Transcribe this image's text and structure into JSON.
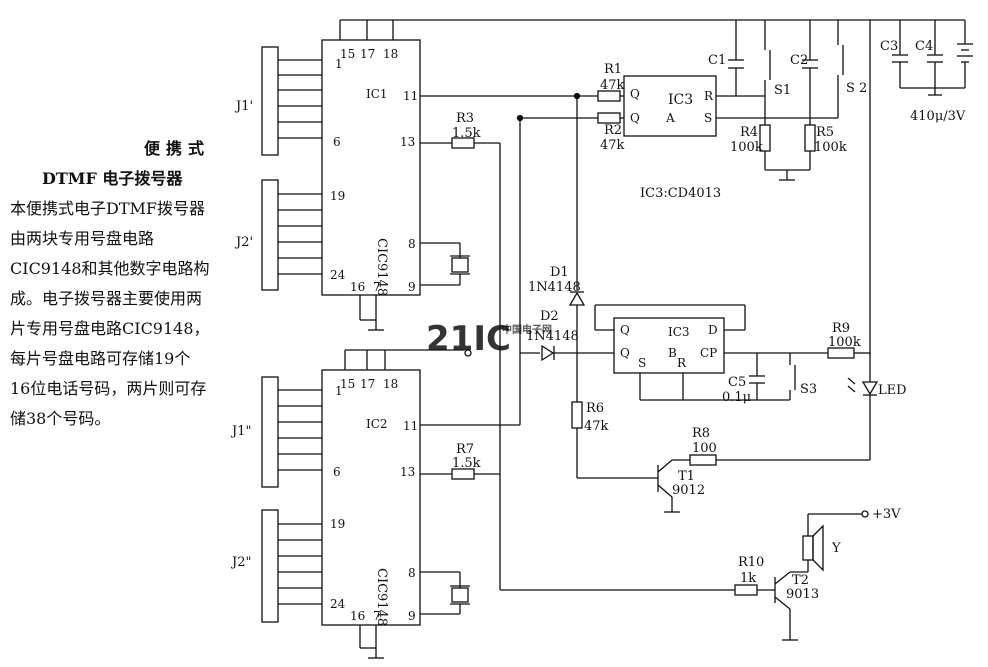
{
  "article": {
    "title_line1": "便携式",
    "title_line2": "DTMF 电子拨号器",
    "body": "本便携式电子DTMF拨号器由两块专用号盘电路CIC9148和其他数字电路构成。电子拨号器主要使用两片专用号盘电路CIC9148，每片号盘电路可存储19个16位电话号码，两片则可存储38个号码。"
  },
  "watermark": {
    "main": "21IC",
    "sub": "中国电子网",
    "color": "#d43a3a"
  },
  "schematic": {
    "ic1": {
      "ref": "IC1",
      "part": "CIC9148",
      "pins": [
        "1",
        "15",
        "17",
        "18",
        "11",
        "6",
        "13",
        "19",
        "8",
        "24",
        "16",
        "7",
        "9"
      ]
    },
    "ic2": {
      "ref": "IC2",
      "part": "CIC9148",
      "pins": [
        "1",
        "15",
        "17",
        "18",
        "11",
        "6",
        "13",
        "19",
        "8",
        "24",
        "16",
        "7",
        "9"
      ]
    },
    "ic3a": {
      "ref": "IC3",
      "unit": "A",
      "pins": [
        "Q",
        "Q",
        "R",
        "S"
      ]
    },
    "ic3b": {
      "ref": "IC3",
      "unit": "B",
      "pins": [
        "Q",
        "Q",
        "D",
        "CP",
        "S",
        "R"
      ]
    },
    "ic3_note": "IC3:CD4013",
    "connectors": [
      "J1'",
      "J2'",
      "J1\"",
      "J2\""
    ],
    "resistors": [
      {
        "ref": "R1",
        "value": "47k"
      },
      {
        "ref": "R2",
        "value": "47k"
      },
      {
        "ref": "R3",
        "value": "1.5k"
      },
      {
        "ref": "R4",
        "value": "100k"
      },
      {
        "ref": "R5",
        "value": "100k"
      },
      {
        "ref": "R6",
        "value": "47k"
      },
      {
        "ref": "R7",
        "value": "1.5k"
      },
      {
        "ref": "R8",
        "value": "100"
      },
      {
        "ref": "R9",
        "value": "100k"
      },
      {
        "ref": "R10",
        "value": "1k"
      }
    ],
    "capacitors": [
      {
        "ref": "C1"
      },
      {
        "ref": "C2"
      },
      {
        "ref": "C3"
      },
      {
        "ref": "C4"
      },
      {
        "ref": "C5",
        "value": "0.1μ"
      }
    ],
    "cap_note": "410μ/3V",
    "switches": [
      "S1",
      "S 2",
      "S3"
    ],
    "diodes": [
      {
        "ref": "D1",
        "part": "1N4148"
      },
      {
        "ref": "D2",
        "part": "1N4148"
      }
    ],
    "transistors": [
      {
        "ref": "T1",
        "part": "9012"
      },
      {
        "ref": "T2",
        "part": "9013"
      }
    ],
    "led": "LED",
    "speaker": "Y",
    "supply": "+3V"
  }
}
